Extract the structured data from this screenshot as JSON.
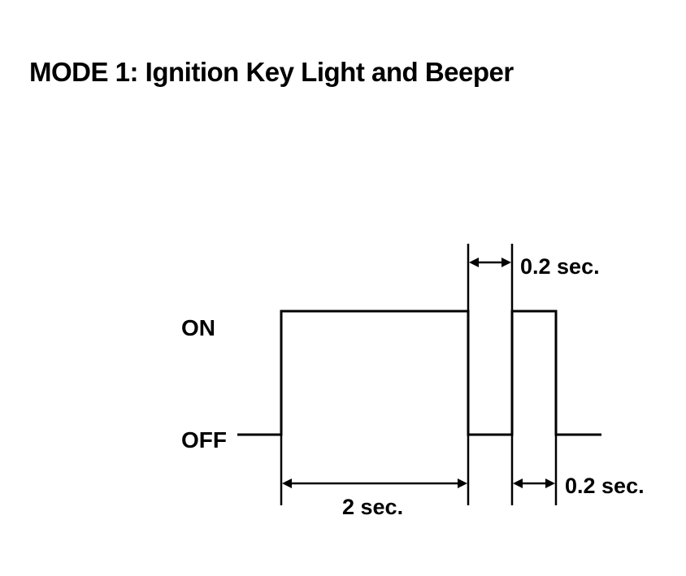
{
  "title": "MODE 1: Ignition Key Light and Beeper",
  "levels": {
    "on": "ON",
    "off": "OFF"
  },
  "durations": {
    "first_on": "2 sec.",
    "gap_off": "0.2 sec.",
    "second_on": "0.2 sec."
  }
}
